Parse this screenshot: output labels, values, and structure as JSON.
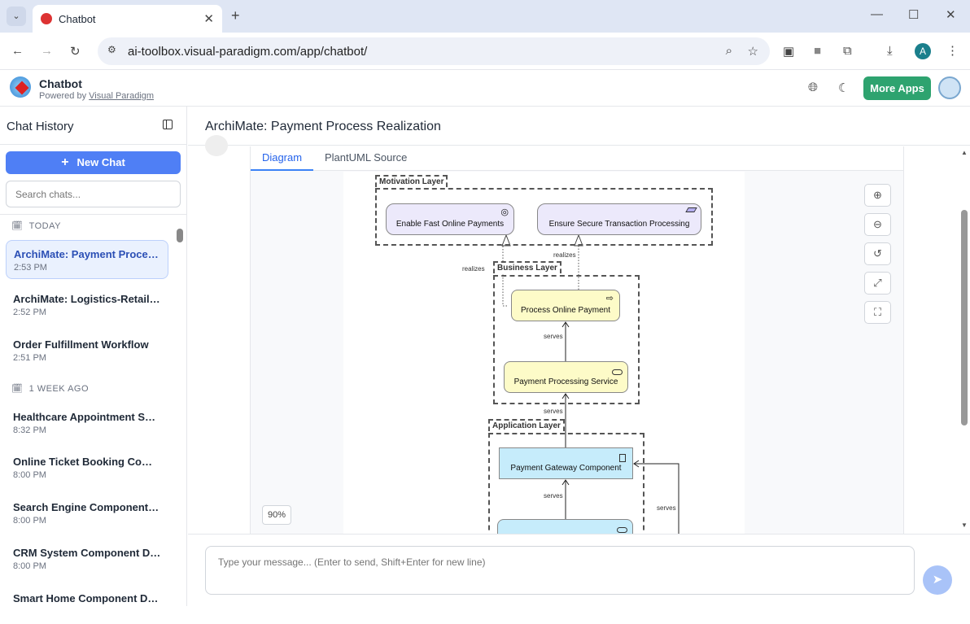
{
  "browser": {
    "tab_title": "Chatbot",
    "url": "ai-toolbox.visual-paradigm.com/app/chatbot/",
    "profile_initial": "A"
  },
  "app": {
    "title": "Chatbot",
    "powered_prefix": "Powered by ",
    "powered_link": "Visual Paradigm",
    "more_apps": "More Apps"
  },
  "sidebar": {
    "title": "Chat History",
    "new_chat": "New Chat",
    "search_placeholder": "Search chats...",
    "sections": [
      {
        "label": "TODAY"
      },
      {
        "label": "1 WEEK AGO"
      }
    ],
    "items": [
      {
        "title": "ArchiMate: Payment Process ...",
        "time": "2:53 PM"
      },
      {
        "title": "ArchiMate: Logistics-Retail C...",
        "time": "2:52 PM"
      },
      {
        "title": "Order Fulfillment Workflow",
        "time": "2:51 PM"
      },
      {
        "title": "Healthcare Appointment Sys...",
        "time": "8:32 PM"
      },
      {
        "title": "Online Ticket Booking Comp...",
        "time": "8:00 PM"
      },
      {
        "title": "Search Engine Component D...",
        "time": "8:00 PM"
      },
      {
        "title": "CRM System Component Dia...",
        "time": "8:00 PM"
      },
      {
        "title": "Smart Home Component Dia...",
        "time": ""
      }
    ]
  },
  "main": {
    "title": "ArchiMate: Payment Process Realization",
    "tabs": [
      {
        "label": "Diagram"
      },
      {
        "label": "PlantUML Source"
      }
    ],
    "zoom": "90%",
    "input_placeholder": "Type your message... (Enter to send, Shift+Enter for new line)"
  },
  "diagram": {
    "groups": {
      "motivation": "Motivation Layer",
      "business": "Business Layer",
      "application": "Application Layer"
    },
    "nodes": {
      "goal": "Enable Fast Online Payments",
      "principle": "Ensure Secure Transaction Processing",
      "process": "Process Online Payment",
      "service": "Payment Processing Service",
      "component": "Payment Gateway Component"
    },
    "edges": {
      "realizes": "realizes",
      "serves": "serves"
    }
  },
  "colors": {
    "accent": "#3b82f6",
    "more_apps": "#2ea36f",
    "motivation": "#ece9fb",
    "business": "#fdfbc8",
    "application": "#c6ecfb"
  }
}
